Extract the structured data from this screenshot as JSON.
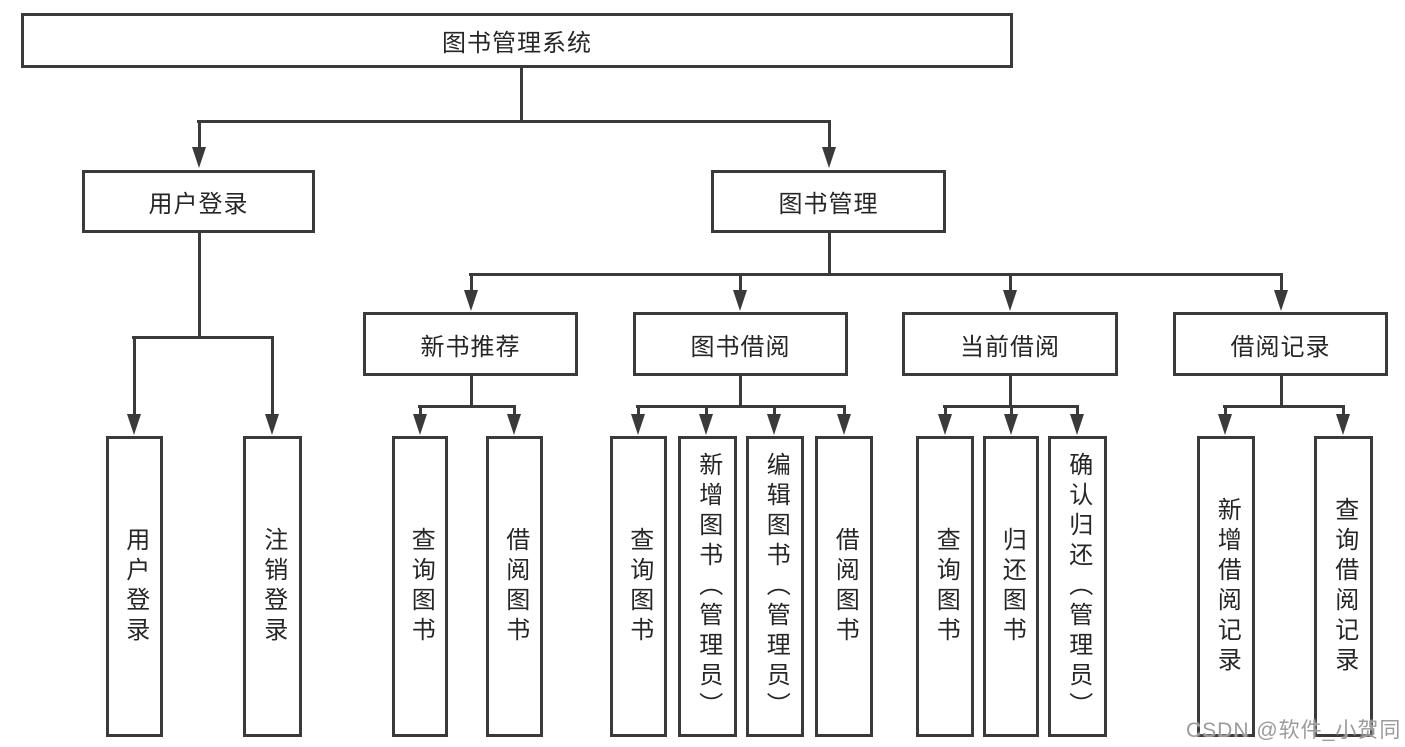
{
  "nodes": {
    "root": "图书管理系统",
    "user_login": "用户登录",
    "book_mgmt": "图书管理",
    "new_book_rec": "新书推荐",
    "book_borrow": "图书借阅",
    "current_borrow": "当前借阅",
    "borrow_record": "借阅记录",
    "ul_login": "用户登录",
    "ul_logout": "注销登录",
    "nb_query": "查询图书",
    "nb_borrow": "借阅图书",
    "bb_query": "查询图书",
    "bb_add": "新增图书（管理员）",
    "bb_edit": "编辑图书（管理员）",
    "bb_borrow": "借阅图书",
    "cb_query": "查询图书",
    "cb_return": "归还图书",
    "cb_confirm": "确认归还（管理员）",
    "br_add": "新增借阅记录",
    "br_query": "查询借阅记录"
  },
  "watermark": "CSDN @软件_小贺同学",
  "colors": {
    "line": "#3a3a3a",
    "text": "#262626",
    "watermark": "#9b9b9b",
    "background": "#ffffff"
  }
}
